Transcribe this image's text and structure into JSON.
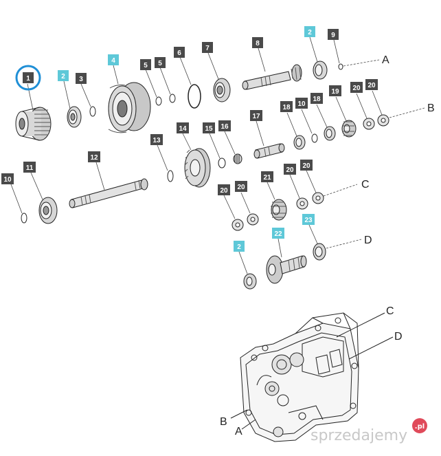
{
  "labels": {
    "l1": "1",
    "l2a": "2",
    "l3": "3",
    "l4": "4",
    "l5a": "5",
    "l5b": "5",
    "l6": "6",
    "l7": "7",
    "l8": "8",
    "l2b": "2",
    "l9": "9",
    "l10a": "10",
    "l11": "11",
    "l12": "12",
    "l13": "13",
    "l14": "14",
    "l15": "15",
    "l16": "16",
    "l17": "17",
    "l18a": "18",
    "l10b": "10",
    "l18b": "18",
    "l19": "19",
    "l20a": "20",
    "l20b": "20",
    "l20c": "20",
    "l20d": "20",
    "l21": "21",
    "l20e": "20",
    "l20f": "20",
    "l22": "22",
    "l23": "23",
    "l2c": "2"
  },
  "letters": {
    "A1": "A",
    "B1": "B",
    "C1": "C",
    "D1": "D",
    "C2": "C",
    "D2": "D",
    "B2": "B",
    "A2": "A"
  },
  "watermark": {
    "text": "sprzedajemy",
    "suffix": ".pl"
  },
  "colors": {
    "dark_label": "#4a4a4a",
    "cyan_label": "#5ec8d8",
    "highlight": "#1f8fd6"
  }
}
